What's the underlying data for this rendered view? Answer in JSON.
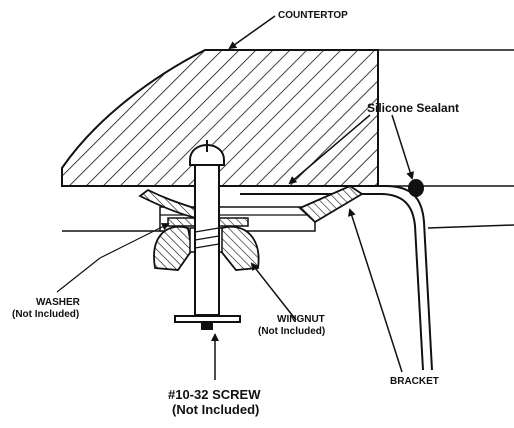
{
  "diagram": {
    "labels": {
      "countertop": "COUNTERTOP",
      "sealant": "Silicone Sealant",
      "washer": "WASHER",
      "washer_note": "(Not Included)",
      "wingnut": "WINGNUT",
      "wingnut_note": "(Not Included)",
      "screw": "#10-32 SCREW",
      "screw_note": "(Not Included)",
      "bracket": "BRACKET"
    },
    "colors": {
      "line": "#111111",
      "background": "#ffffff"
    }
  }
}
